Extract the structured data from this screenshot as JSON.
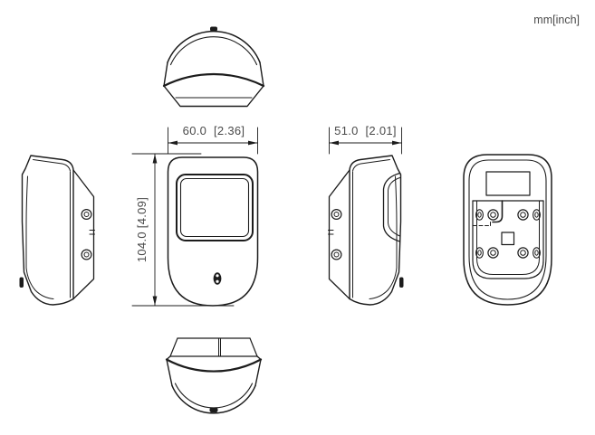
{
  "units_label": "mm[inch]",
  "dimensions": {
    "front_width": "60.0  [2.36]",
    "side_depth": "51.0  [2.01]",
    "front_height": "104.0 [4.09]"
  },
  "colors": {
    "line": "#1c1c1c",
    "dimension_text": "#4a4a4a",
    "background": "#ffffff"
  }
}
